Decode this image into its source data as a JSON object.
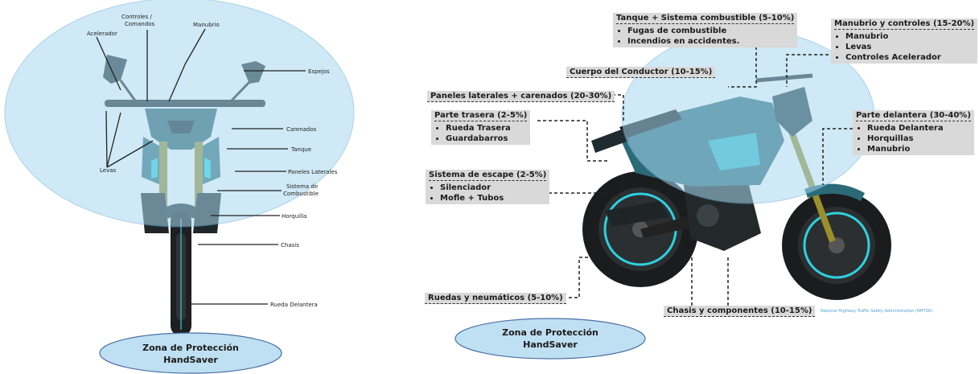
{
  "left_labels": {
    "acelerador": "Acelerador",
    "controles_line1": "Controles /",
    "controles_line2": "Comandos",
    "manubrio": "Manubrio",
    "espejos": "Espejos",
    "carenados": "Carenados",
    "tanque": "Tanque",
    "levas": "Levas",
    "paneles": "Paneles Laterales",
    "sistema_line1": "Sistema de",
    "sistema_line2": "Combustible",
    "horquilla": "Horquilla",
    "chasis": "Chasis",
    "rueda": "Rueda Delantera"
  },
  "zone_left": {
    "line1": "Zona de Protección",
    "line2": "HandSaver"
  },
  "zone_right": {
    "line1": "Zona de Protección",
    "line2": "HandSaver"
  },
  "right": {
    "tanque": {
      "title": "Tanque + Sistema combustible (5-10%)",
      "items": [
        "Fugas de combustible",
        "Incendios en accidentes."
      ]
    },
    "manubrio": {
      "title": "Manubrio y controles (15-20%)",
      "items": [
        "Manubrio",
        "Levas",
        "Controles Acelerador"
      ]
    },
    "cuerpo": "Cuerpo del Conductor (10-15%)",
    "paneles": "Paneles laterales + carenados (20-30%)",
    "trasera": {
      "title": "Parte trasera (2-5%)",
      "items": [
        "Rueda Trasera",
        "Guardabarros"
      ]
    },
    "delantera": {
      "title": "Parte delantera (30-40%)",
      "items": [
        "Rueda Delantera",
        "Horquillas",
        "Manubrio"
      ]
    },
    "escape": {
      "title": "Sistema de escape (2-5%)",
      "items": [
        "Silenciador",
        "Mofle + Tubos"
      ]
    },
    "ruedas": "Ruedas y neumáticos (5-10%)",
    "chasis": "Chasis y componentes (10-15%)",
    "source": "National Highway Traffic Safety Administration (NHTSA)"
  },
  "colors": {
    "zone": "#a8d8f0",
    "bike_body": "#2b6a76",
    "bike_dark": "#1c2d33",
    "accent": "#2fd0de"
  }
}
